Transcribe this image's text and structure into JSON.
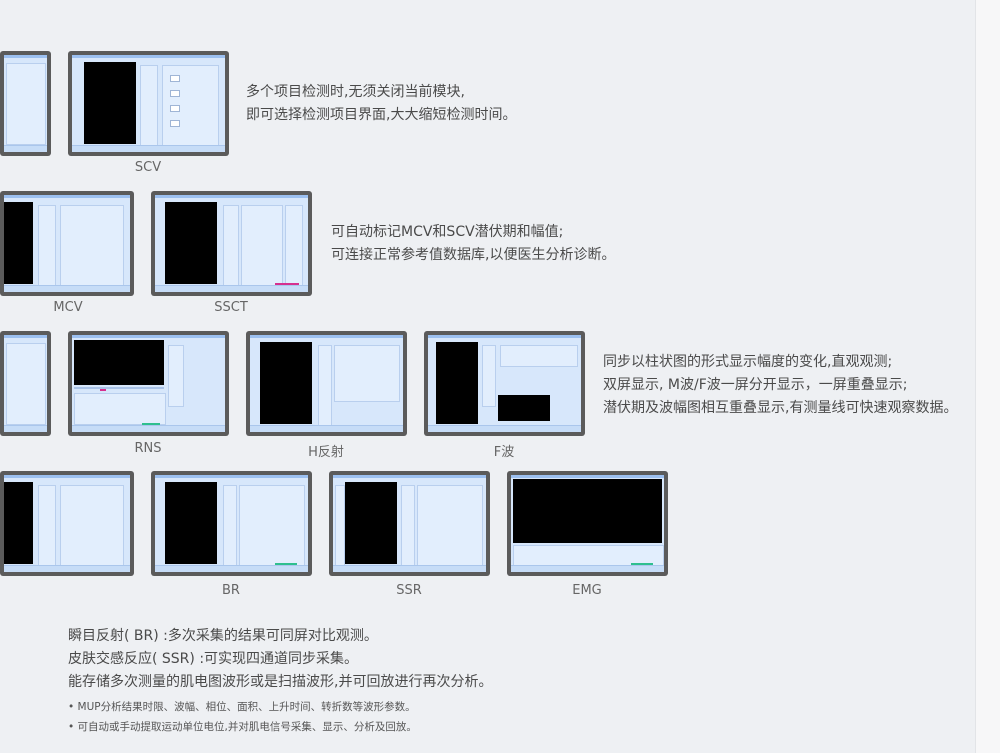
{
  "captions": {
    "scv": "SCV",
    "mcv": "MCV",
    "ssct": "SSCT",
    "rns": "RNS",
    "h_reflex": "H反射",
    "f_wave": "F波",
    "br": "BR",
    "ssr": "SSR",
    "emg": "EMG"
  },
  "descriptions": {
    "row1": [
      "多个项目检测时,无须关闭当前模块,",
      "即可选择检测项目界面,大大缩短检测时间。"
    ],
    "row2": [
      "可自动标记MCV和SCV潜伏期和幅值;",
      "可连接正常参考值数据库,以便医生分析诊断。"
    ],
    "row3": [
      "同步以柱状图的形式显示幅度的变化,直观观测;",
      "双屏显示, M波/F波一屏分开显示，一屏重叠显示;",
      "潜伏期及波幅图相互重叠显示,有测量线可快速观察数据。"
    ]
  },
  "footer": {
    "lines": [
      "瞬目反射( BR) :多次采集的结果可同屏对比观测。",
      "皮肤交感反应( SSR) :可实现四通道同步采集。",
      "能存储多次测量的肌电图波形或是扫描波形,并可回放进行再次分析。"
    ],
    "bullets": [
      "• MUP分析结果时限、波幅、相位、面积、上升时间、转折数等波形参数。",
      "• 可自动或手动提取运动单位电位,并对肌电信号采集、显示、分析及回放。"
    ]
  }
}
